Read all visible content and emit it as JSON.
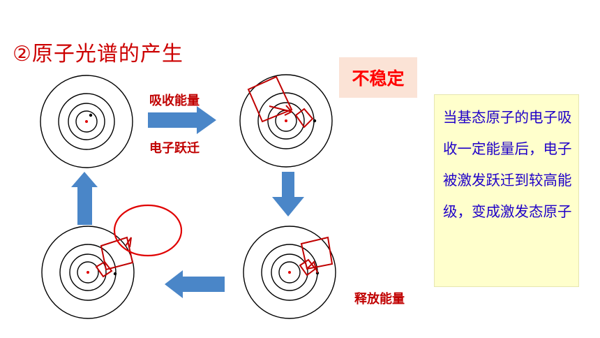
{
  "title": "②原子光谱的产生",
  "unstable_tag": "不稳定",
  "label_absorb": "吸收能量",
  "label_transition": "电子跃迁",
  "label_release": "释放能量",
  "note_text": "当基态原子的电子吸收一定能量后，电子被激发跃迁到较高能级，变成激发态原子",
  "colors": {
    "title": "#cc0000",
    "label": "#c00000",
    "arrow": "#4a86c8",
    "ring": "#000000",
    "path": "#c00000",
    "note_bg": "#ffffcc",
    "note_text": "#1f00c8"
  }
}
